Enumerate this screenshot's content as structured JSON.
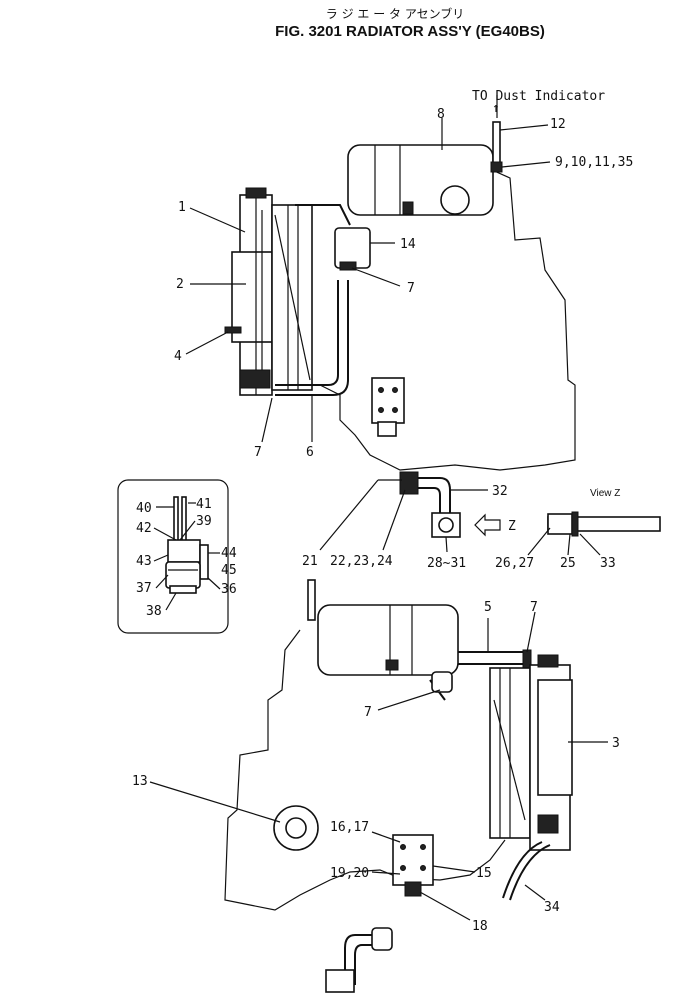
{
  "title": {
    "jp": "ラ ジ エ ー タ アセンブリ",
    "main": "FIG. 3201  RADIATOR ASS'Y (EG40BS)"
  },
  "notes": {
    "dust_indicator": "TO Dust Indicator",
    "arrow_up": "↑",
    "view_z": "View Z",
    "z_marker": "Z"
  },
  "labels": {
    "l1": "1",
    "l2": "2",
    "l3": "3",
    "l4": "4",
    "l5": "5",
    "l6": "6",
    "l7a": "7",
    "l7b": "7",
    "l7c": "7",
    "l7d": "7",
    "l8": "8",
    "l9": "9,10,11,35",
    "l12": "12",
    "l13": "13",
    "l14": "14",
    "l15": "15",
    "l16": "16,17",
    "l18": "18",
    "l19": "19,20",
    "l21": "21",
    "l22": "22,23,24",
    "l25": "25",
    "l26": "26,27",
    "l28": "28~31",
    "l32": "32",
    "l33": "33",
    "l34": "34",
    "l36": "36",
    "l37": "37",
    "l38": "38",
    "l39": "39",
    "l40": "40",
    "l41": "41",
    "l42": "42",
    "l43": "43",
    "l44": "44",
    "l45": "45"
  }
}
